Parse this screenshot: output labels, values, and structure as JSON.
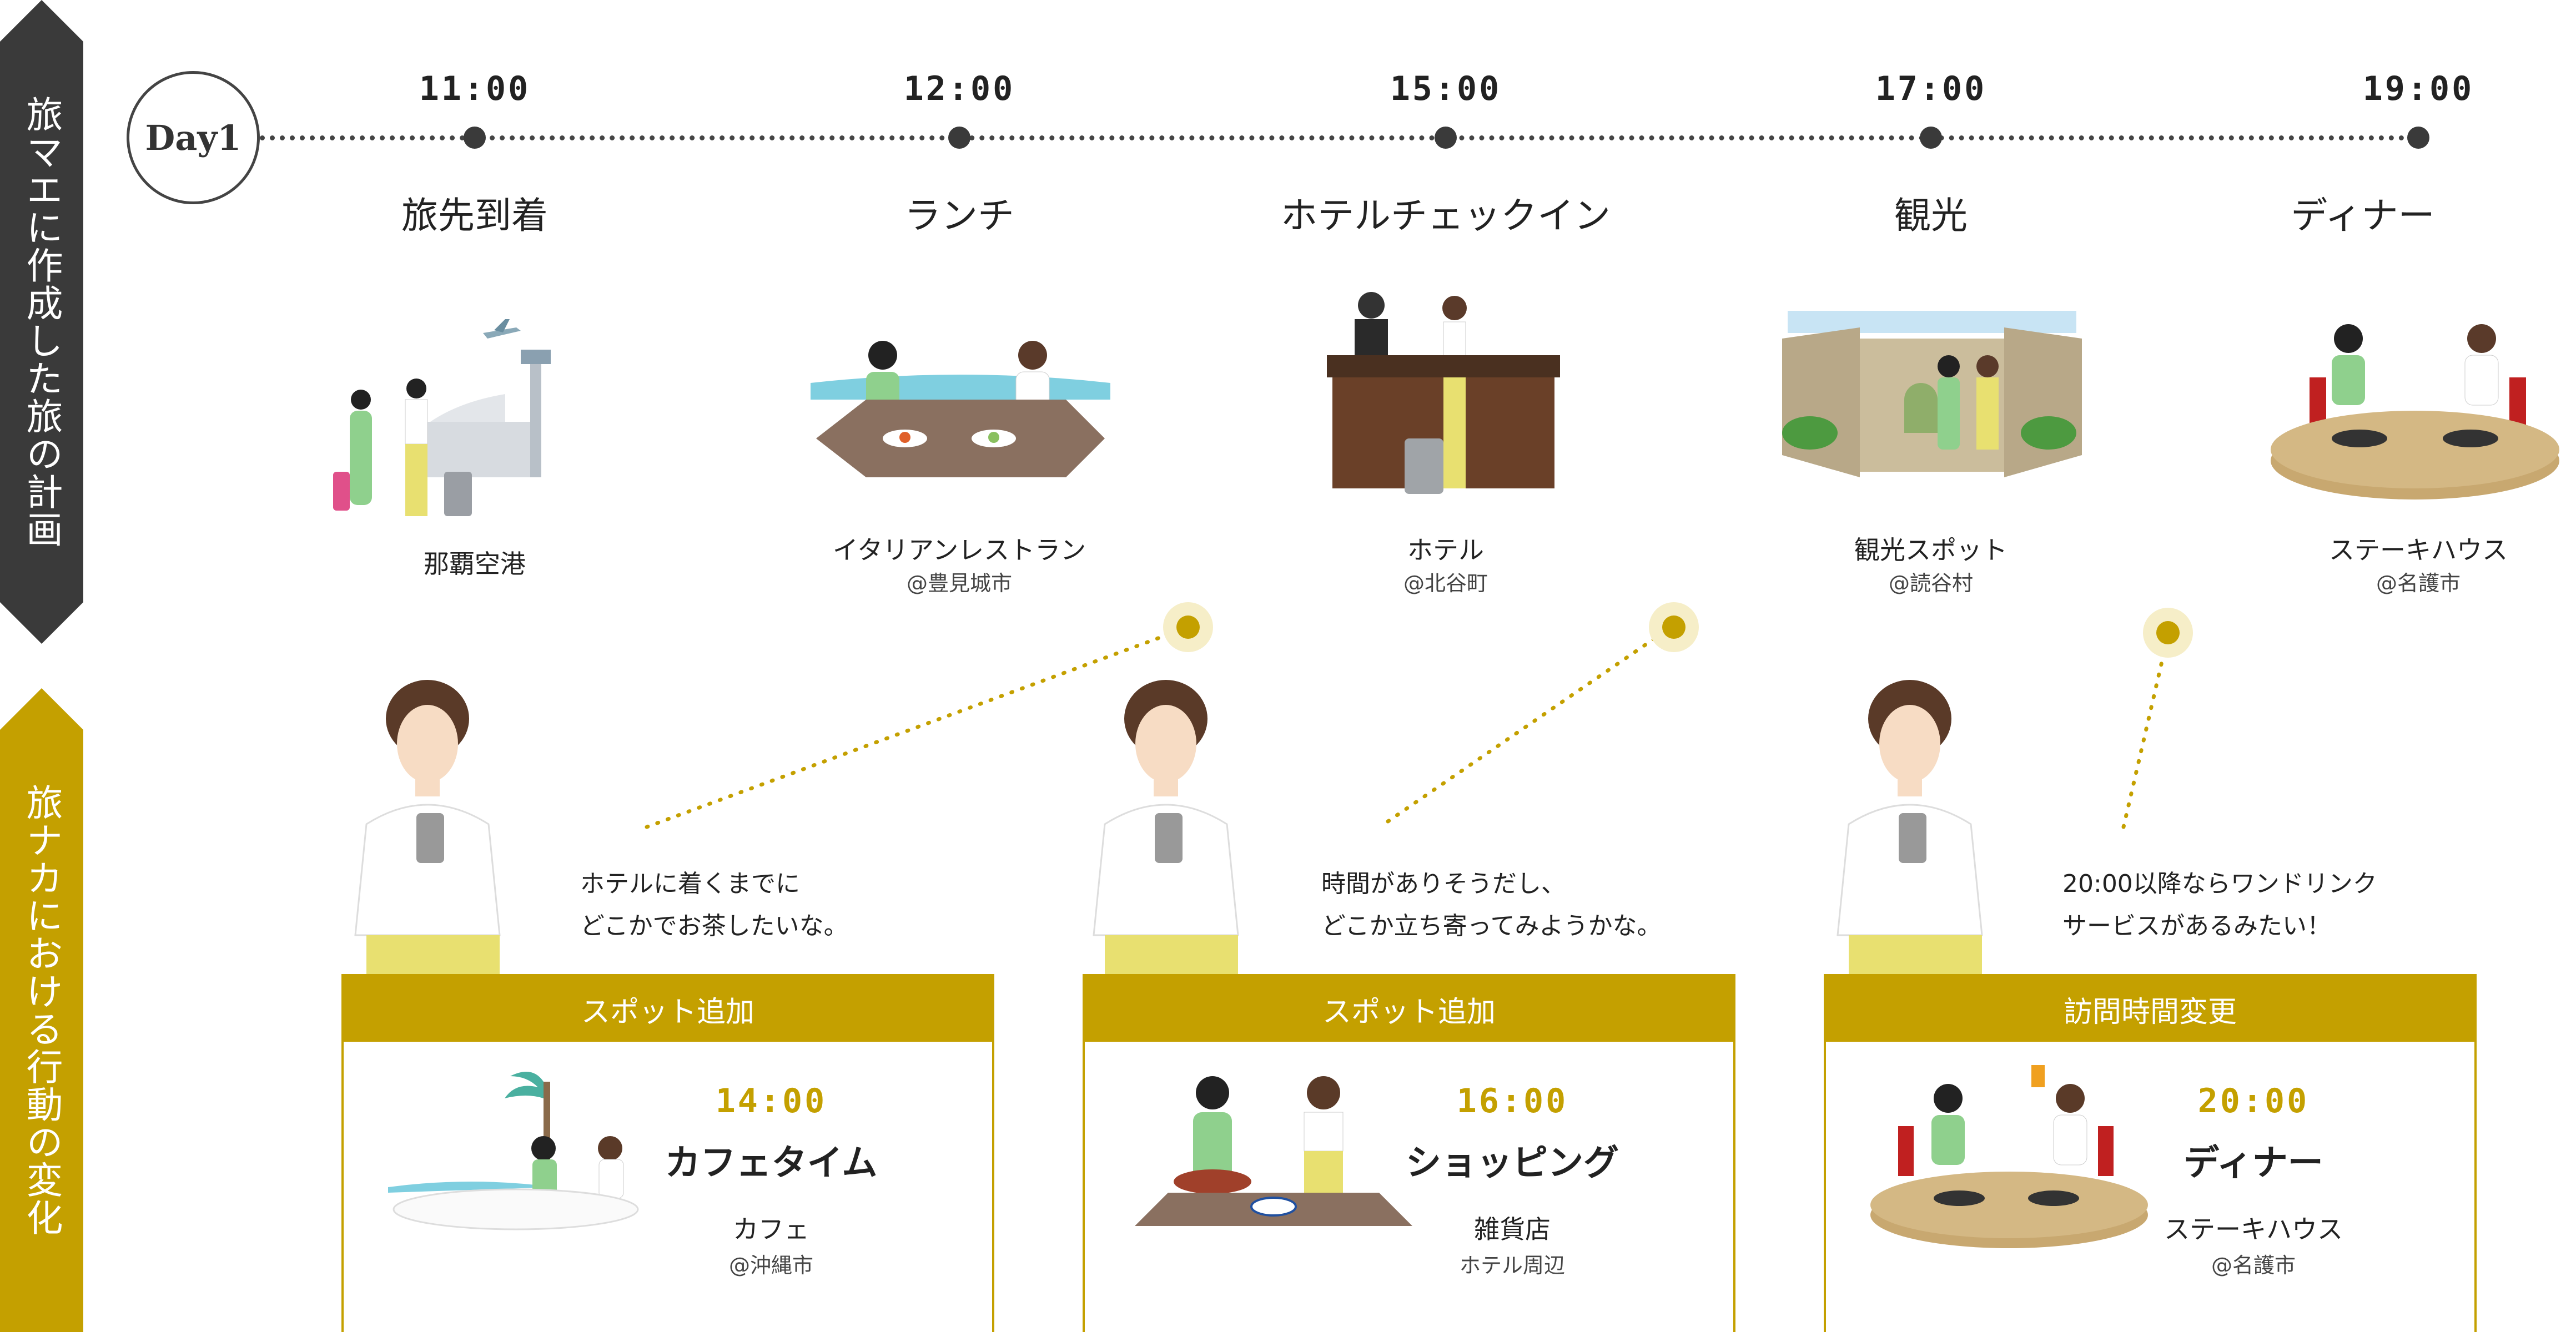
{
  "side_labels": {
    "before": "旅マエに作成した旅の計画",
    "during": "旅ナカにおける行動の変化"
  },
  "day_label": "Day1",
  "timeline": [
    {
      "time": "11:00",
      "title": "旅先到着",
      "place": "那覇空港",
      "location": ""
    },
    {
      "time": "12:00",
      "title": "ランチ",
      "place": "イタリアンレストラン",
      "location": "@豊見城市"
    },
    {
      "time": "15:00",
      "title": "ホテルチェックイン",
      "place": "ホテル",
      "location": "@北谷町"
    },
    {
      "time": "17:00",
      "title": "観光",
      "place": "観光スポット",
      "location": "@読谷村"
    },
    {
      "time": "19:00",
      "title": "ディナー",
      "place": "ステーキハウス",
      "location": "@名護市"
    }
  ],
  "changes": [
    {
      "speech": [
        "ホテルに着くまでに",
        "どこかでお茶したいな。"
      ],
      "header": "スポット追加",
      "time": "14:00",
      "name": "カフェタイム",
      "place": "カフェ",
      "location": "@沖縄市"
    },
    {
      "speech": [
        "時間がありそうだし、",
        "どこか立ち寄ってみようかな。"
      ],
      "header": "スポット追加",
      "time": "16:00",
      "name": "ショッピング",
      "place": "雑貨店",
      "location": "ホテル周辺"
    },
    {
      "speech": [
        "20:00以降ならワンドリンク",
        "サービスがあるみたい！"
      ],
      "header": "訪問時間変更",
      "time": "20:00",
      "name": "ディナー",
      "place": "ステーキハウス",
      "location": "@名護市"
    }
  ],
  "colors": {
    "accent": "#c4a000",
    "side_label_bg": "#3a3a3a",
    "side_label_bg_2": "#c4a000",
    "timeline": "#3a3a3a"
  },
  "icons": {
    "airport": "airport-illustration",
    "restaurant": "restaurant-illustration",
    "hotel": "hotel-reception-illustration",
    "sightseeing": "castle-ruins-illustration",
    "steakhouse": "steak-dinner-illustration",
    "woman_phone": "woman-with-phone-illustration",
    "pin": "location-pin-icon"
  }
}
